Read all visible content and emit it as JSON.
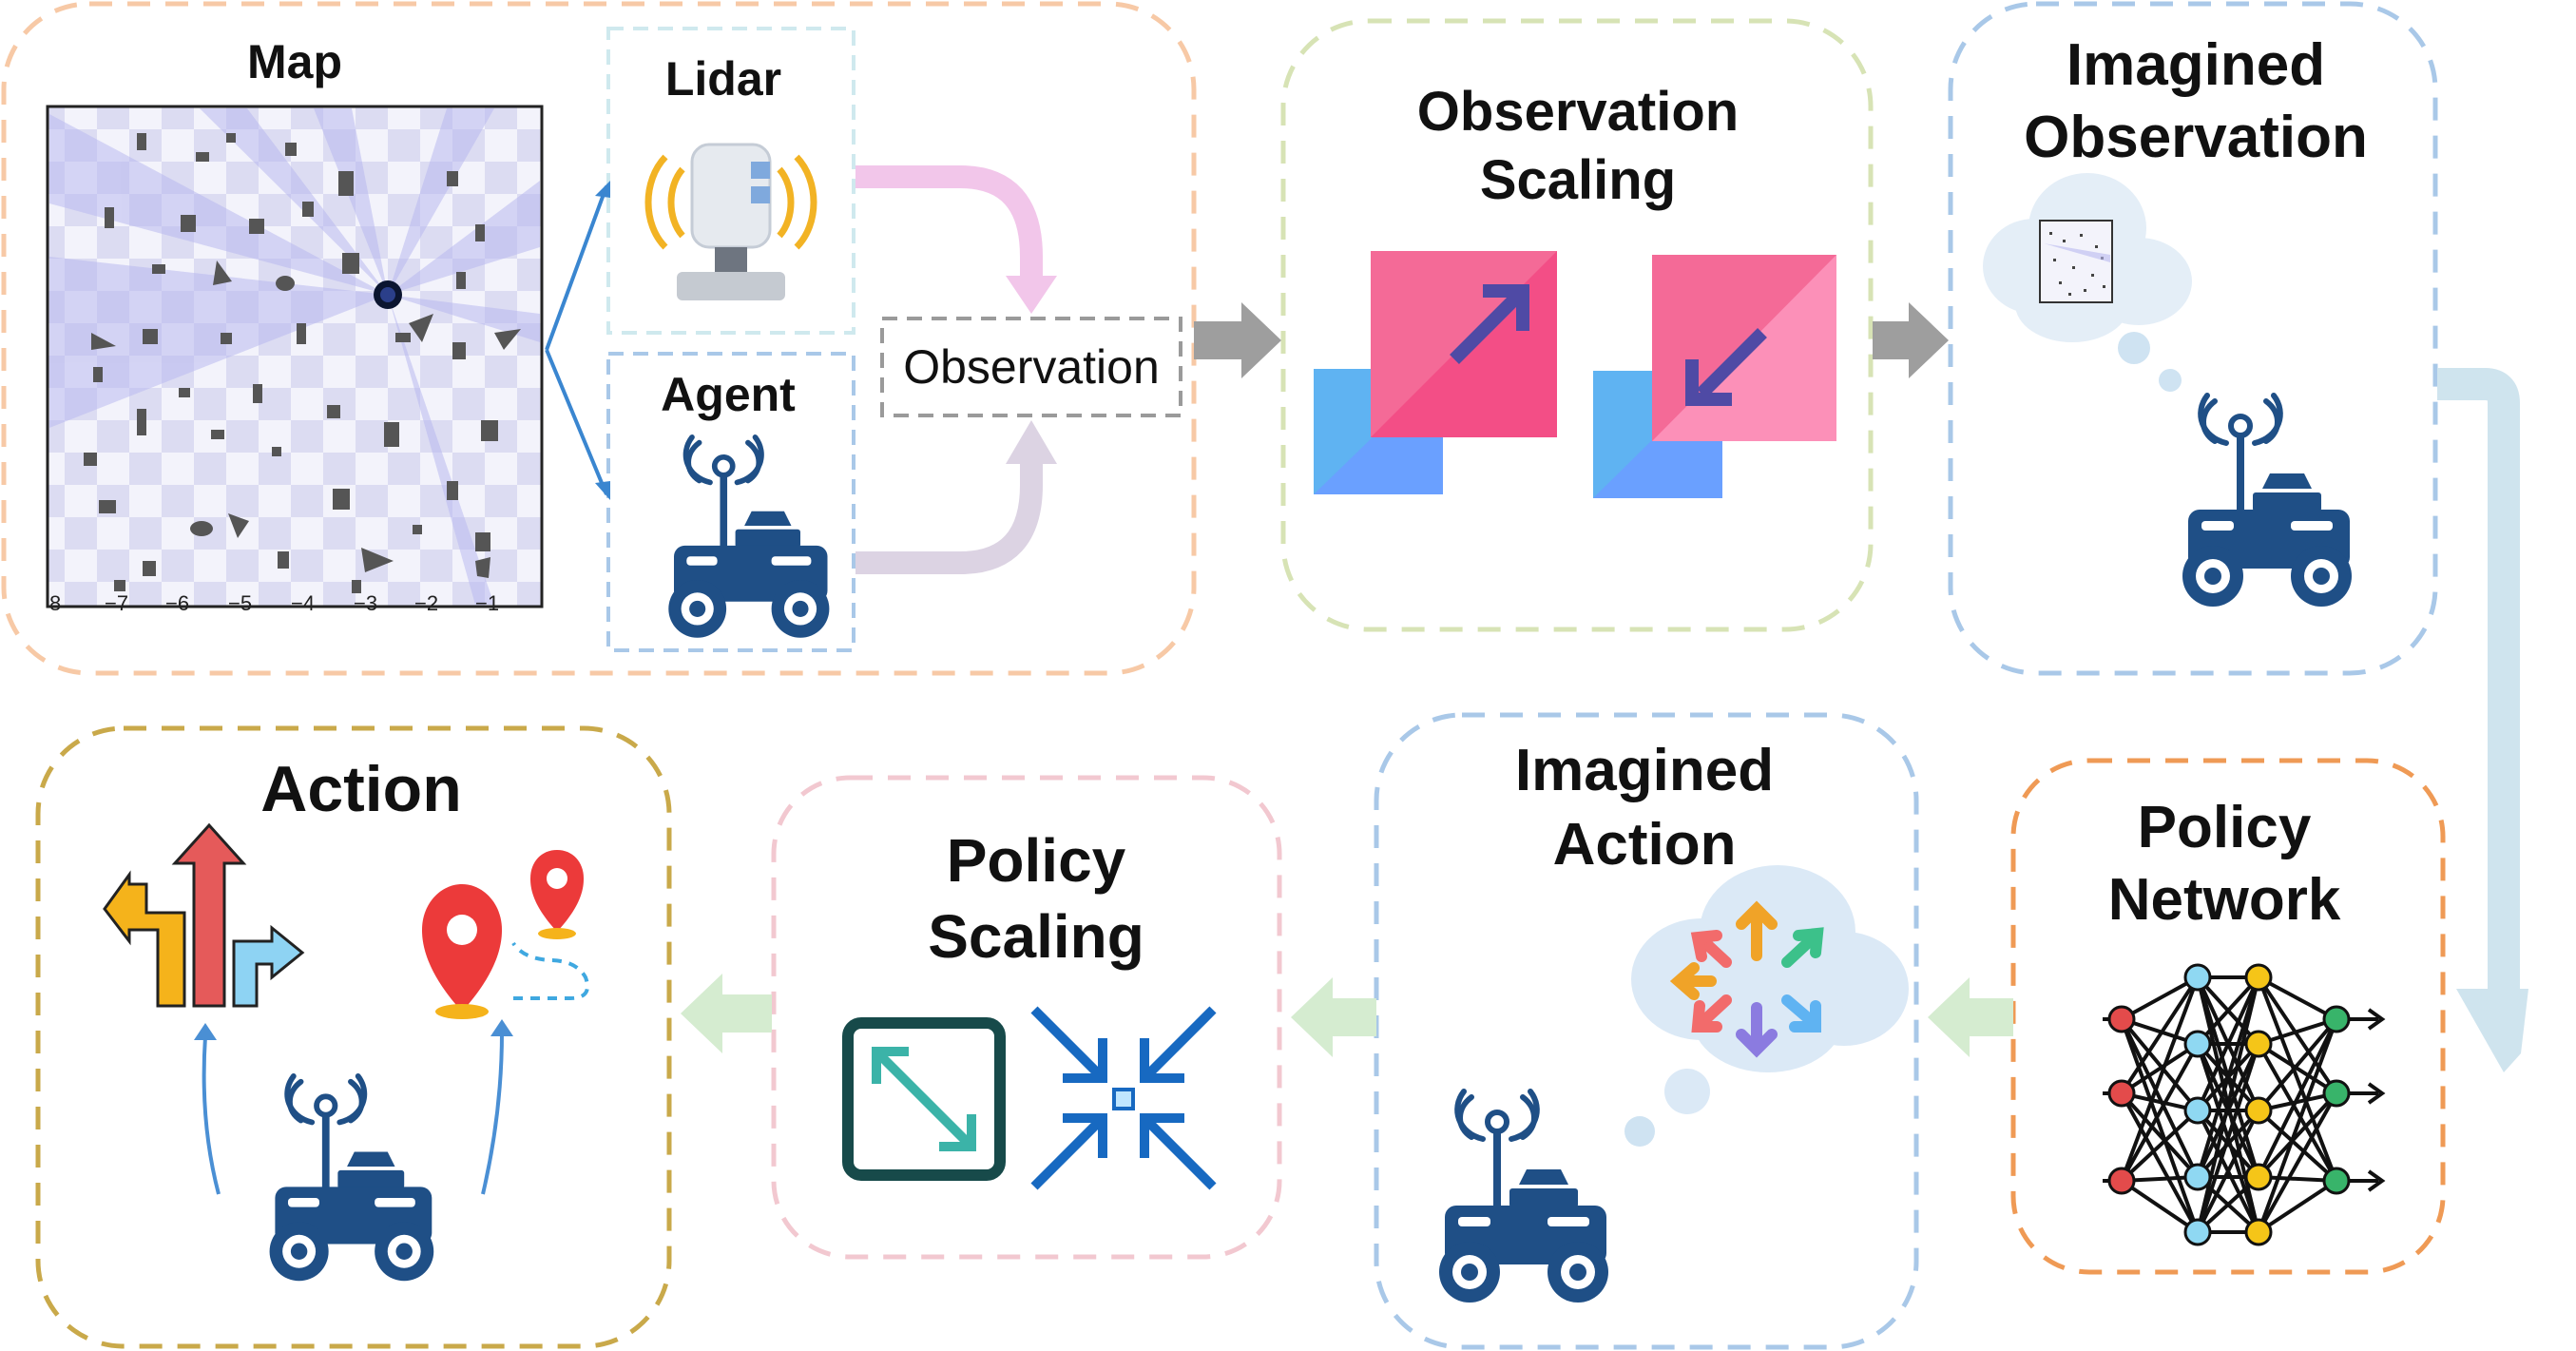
{
  "colors": {
    "orange_dash": "#f7c9a6",
    "green_dash": "#d7e3b5",
    "blue_dash": "#a9c8e8",
    "orange_strong": "#ef9a55",
    "pink_dash": "#f2c8d0",
    "gold_dash": "#c9a94a",
    "robot": "#1f4f86",
    "pink_square": "#f46a97",
    "blue_square": "#5fb3f2",
    "arrow_gray": "#9e9e9e",
    "arrow_green": "#d5ecd0",
    "arrow_lightblue": "#cfe4ee"
  },
  "labels": {
    "map": "Map",
    "lidar": "Lidar",
    "agent": "Agent",
    "observation": "Observation",
    "obs_scaling_1": "Observation",
    "obs_scaling_2": "Scaling",
    "imagined_obs_1": "Imagined",
    "imagined_obs_2": "Observation",
    "policy_network_1": "Policy",
    "policy_network_2": "Network",
    "imagined_action_1": "Imagined",
    "imagined_action_2": "Action",
    "policy_scaling_1": "Policy",
    "policy_scaling_2": "Scaling",
    "action": "Action"
  },
  "map_axis_ticks": [
    "8",
    "−7",
    "−6",
    "−5",
    "−4",
    "−3",
    "−2",
    "−1"
  ],
  "icons": {
    "lidar": "lidar-sensor-icon",
    "agent": "robot-antenna-icon",
    "obs_up": "scale-up-arrow-icon",
    "obs_down": "scale-down-arrow-icon",
    "thought_cloud": "thought-cloud-icon",
    "neural_net": "neural-network-icon",
    "expand": "expand-diagonal-icon",
    "compress": "compress-arrows-icon",
    "directions": "direction-signpost-icon",
    "location": "location-pin-icon"
  }
}
